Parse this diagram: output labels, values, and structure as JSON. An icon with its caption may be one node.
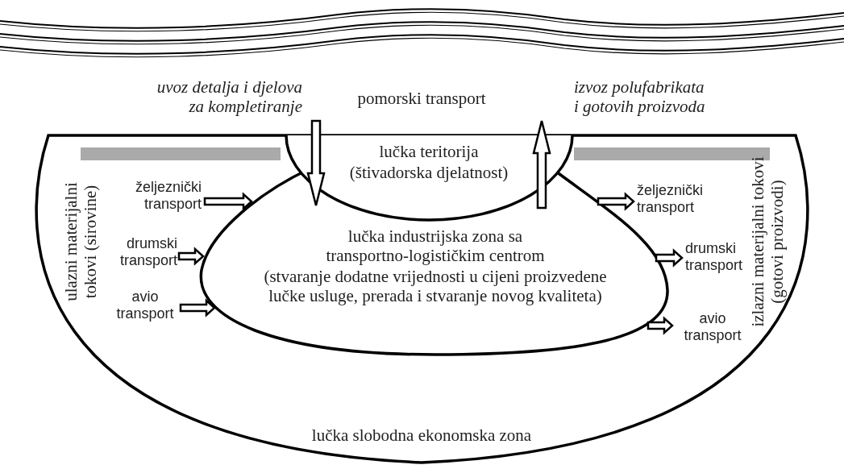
{
  "diagram": {
    "nodes": [
      {
        "text": [
          "pomorski transport"
        ]
      },
      {
        "text": [
          "lučka slobodna ekonomska zona"
        ]
      },
      {
        "text": [
          "lučka teritorija",
          "(štivadorska djelatnost)"
        ],
        "in": 1
      },
      {
        "text": [
          "lučka industrijska zona sa transportno-logističkim centrom",
          "(stvaranje dodatne vrijednosti u cijeni proizvedene lučke usluge, prerada i stvaranje novog kvaliteta)"
        ],
        "in": 1
      },
      {
        "text": [
          "željeznički transport"
        ],
        "in": 1
      },
      {
        "text": [
          "drumski transport"
        ],
        "in": 1
      },
      {
        "text": [
          "avio transport"
        ],
        "in": 1
      },
      {
        "text": [
          "željeznički transport"
        ],
        "in": 1
      },
      {
        "text": [
          "drumski transport"
        ],
        "in": 1
      },
      {
        "text": [
          "avio transport"
        ],
        "in": 1
      },
      {
        "text": [],
        "shape": "bar",
        "in": 1
      },
      {
        "text": [],
        "shape": "bar",
        "in": 1
      }
    ],
    "edges": [
      {
        "from": 0,
        "to": 2,
        "arrow": "to"
      },
      {
        "from": 2,
        "to": 0,
        "arrow": "to"
      },
      {
        "from": 4,
        "to": 3,
        "arrow": "to"
      },
      {
        "from": 5,
        "to": 3,
        "arrow": "to"
      },
      {
        "from": 6,
        "to": 3,
        "arrow": "to"
      },
      {
        "from": 3,
        "to": 7,
        "arrow": "to"
      },
      {
        "from": 3,
        "to": 8,
        "arrow": "to"
      },
      {
        "from": 3,
        "to": 9,
        "arrow": "to"
      }
    ],
    "labels": [
      "uvoz detalja i djelova za kompletiranje",
      "izvoz polufabrikata i gotovih proizvoda",
      "ulazni materijalni tokovi (sirovine)",
      "izlazni materijalni tokovi (gotovi proizvodi)"
    ]
  }
}
